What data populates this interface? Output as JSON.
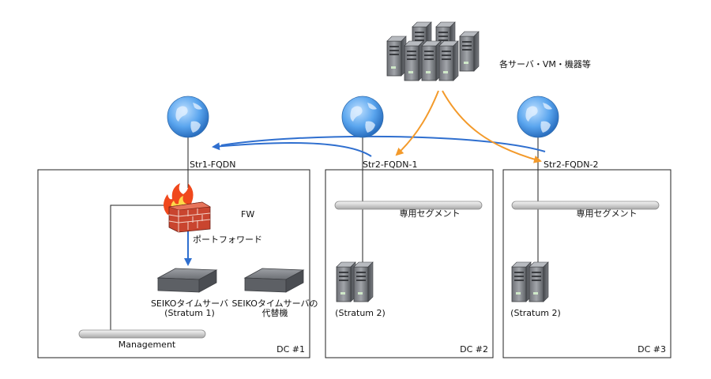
{
  "servers_label": "各サーバ・VM・機器等",
  "dc1": {
    "fqdn": "Str1-FQDN",
    "fw_label": "FW",
    "portforward_label": "ポートフォワード",
    "seiko_main_line1": "SEIKOタイムサーバ",
    "seiko_main_line2": "(Stratum 1)",
    "seiko_alt_line1": "SEIKOタイムサーバの",
    "seiko_alt_line2": "代替機",
    "management_label": "Management",
    "name": "DC #1"
  },
  "dc2": {
    "fqdn": "Str2-FQDN-1",
    "segment_label": "専用セグメント",
    "server_label": "(Stratum 2)",
    "name": "DC #2"
  },
  "dc3": {
    "fqdn": "Str2-FQDN-2",
    "segment_label": "専用セグメント",
    "server_label": "(Stratum 2)",
    "name": "DC #3"
  },
  "colors": {
    "blue_arrow": "#2f6fcf",
    "orange_arrow": "#f39a2b",
    "line": "#222222",
    "box_border": "#222222"
  }
}
